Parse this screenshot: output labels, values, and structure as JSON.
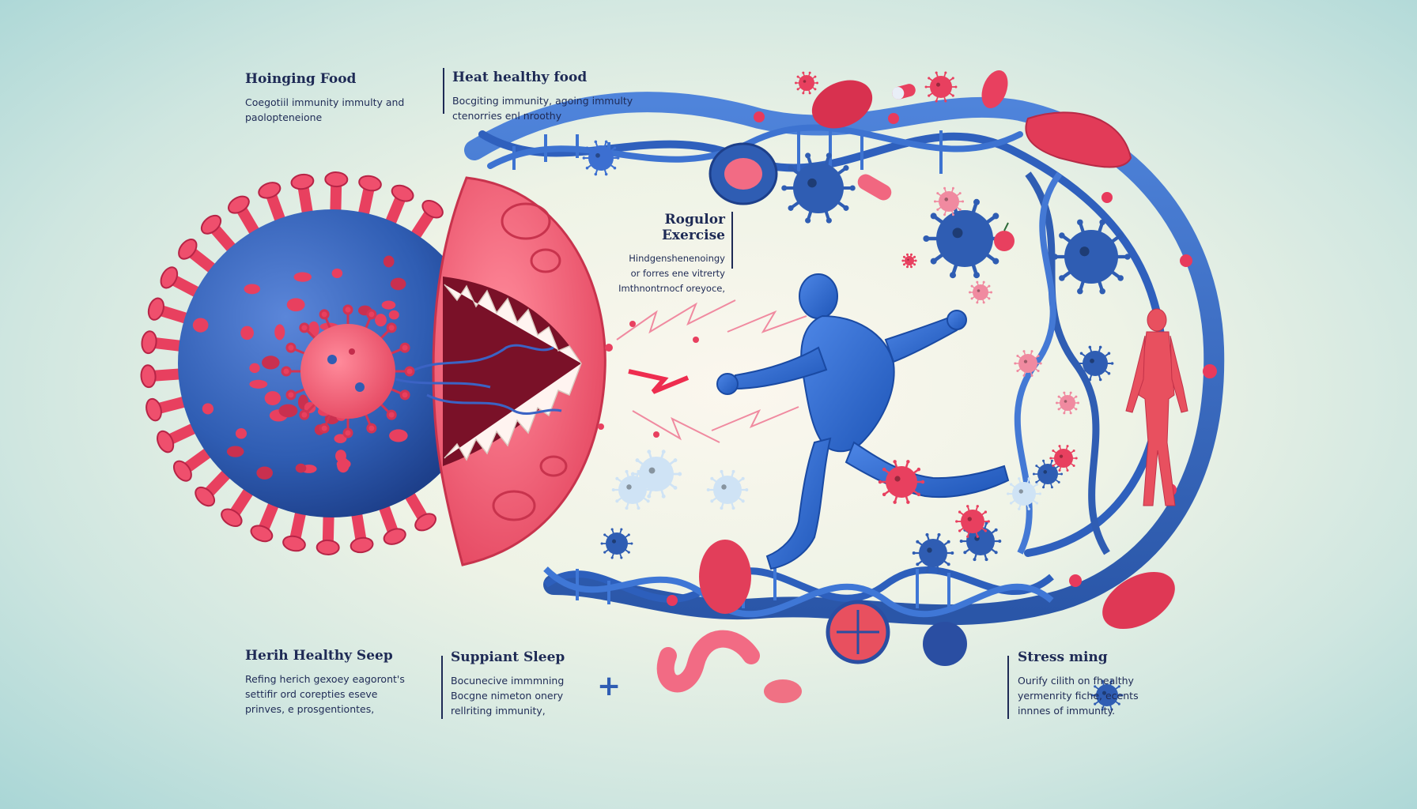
{
  "panels": {
    "top_left": {
      "heading": "Hoinging Food",
      "lines": [
        "Coegotiil immunity immulty and",
        "paolopteneione"
      ]
    },
    "top_mid": {
      "heading": "Heat healthy food",
      "lines": [
        "Bocgiting immunity, agoing immulty",
        "ctenorries enl nroothy"
      ]
    },
    "mid_right": {
      "heading": "Rogulor Exercise",
      "lines": [
        "Hindgenshenenoingy",
        "or forres ene vitrerty",
        "Imthnontrnocf oreyoce,"
      ]
    },
    "bottom_left": {
      "heading": "Herih Healthy Seep",
      "lines": [
        "Refing herich gexoey eagoront's",
        "settifir ord corepties eseve",
        "prinves, e prosgentiontes,"
      ]
    },
    "bottom_mid": {
      "heading": "Suppiant Sleep",
      "lines": [
        "Bocunecive immmning",
        "Bocgne nimeton onery",
        "rellriting immunity,"
      ]
    },
    "bottom_right": {
      "heading": "Stress ming",
      "lines": [
        "Ourify cilith on fhealthy",
        "yermenrity fiche, ecents",
        "innnes of immunity."
      ]
    }
  },
  "plus_symbol": "+",
  "colors": {
    "virus_red": "#e83a5c",
    "virus_blue": "#2f5db3",
    "dna_blue": "#3a6fc7",
    "figure_blue": "#2e6ad2",
    "human_red": "#e8505f",
    "text_navy": "#1e2a55",
    "background_teal": "#a9d6d6"
  },
  "icons": [
    "coronavirus-icon",
    "macrophage-mouth-icon",
    "runner-figure-icon",
    "dna-helix-icon",
    "human-figure-icon",
    "pill-icon",
    "apple-icon",
    "lightning-icon",
    "plus-icon"
  ]
}
